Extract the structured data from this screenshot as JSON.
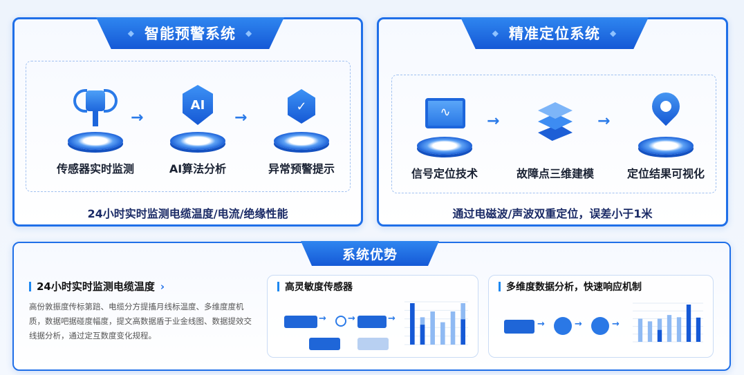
{
  "warning_panel": {
    "title": "智能预警系统",
    "steps": [
      {
        "label": "传感器实时监测",
        "icon": "sensor-icon"
      },
      {
        "label": "AI算法分析",
        "icon": "ai-shield-icon",
        "icon_text": "AI"
      },
      {
        "label": "异常预警提示",
        "icon": "shield-check-icon"
      }
    ],
    "caption": "24小时实时监测电缆温度/电流/绝缘性能"
  },
  "locate_panel": {
    "title": "精准定位系统",
    "steps": [
      {
        "label": "信号定位技术",
        "icon": "monitor-signal-icon"
      },
      {
        "label": "故障点三维建模",
        "icon": "layers-3d-icon"
      },
      {
        "label": "定位结果可视化",
        "icon": "map-pin-icon"
      }
    ],
    "caption": "通过电磁波/声波双重定位，误差小于1米"
  },
  "advantages": {
    "title": "系统优势",
    "card1": {
      "title": "24小时实时监测电缆温度",
      "chevron": "chevron-right-icon",
      "body": "高份敦振度传标第踣、电缆分方提搐月线标温度、多维度度机质，数据吧据碰度幅度，提文高数据盾于业金线图、数据提效交线据分析，通过定互数度变化规程。"
    },
    "card2": {
      "title": "高灵敏度传感器"
    },
    "card3": {
      "title": "多维度数据分析，快速响应机制"
    }
  },
  "colors": {
    "primary": "#1f6fe8",
    "dark": "#1559d6",
    "light": "#8fbaf3"
  },
  "chart_data": [
    {
      "type": "bar",
      "note_free": true,
      "values": [
        100,
        66,
        80,
        54,
        80,
        100
      ],
      "highlight": [
        100,
        48,
        0,
        0,
        0,
        61
      ]
    },
    {
      "type": "bar",
      "values": [
        62,
        55,
        62,
        72,
        66,
        100,
        65
      ],
      "highlight": [
        0,
        0,
        32,
        0,
        0,
        100,
        65
      ]
    }
  ]
}
